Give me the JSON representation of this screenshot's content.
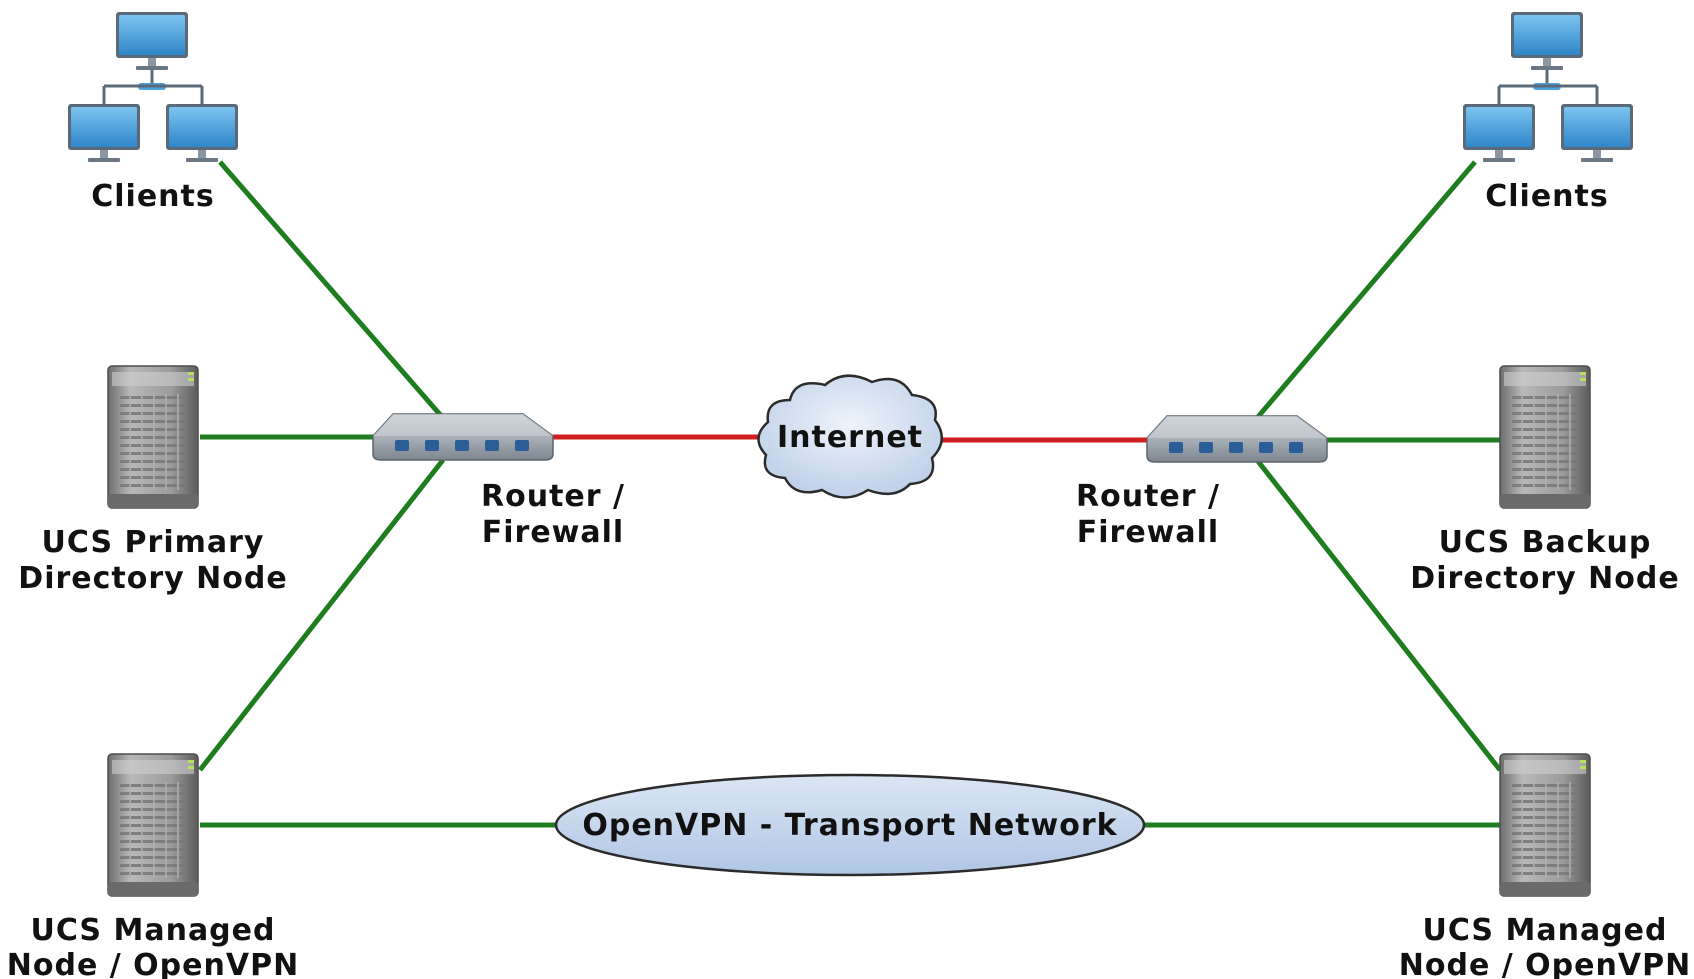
{
  "labels": {
    "clients_left": "Clients",
    "clients_right": "Clients",
    "router_left_line1": "Router /",
    "router_left_line2": "Firewall",
    "router_right_line1": "Router /",
    "router_right_line2": "Firewall",
    "internet": "Internet",
    "primary_line1": "UCS Primary",
    "primary_line2": "Directory Node",
    "backup_line1": "UCS Backup",
    "backup_line2": "Directory Node",
    "managed_left_line1": "UCS Managed",
    "managed_left_line2": "Node / OpenVPN",
    "managed_right_line1": "UCS Managed",
    "managed_right_line2": "Node / OpenVPN",
    "vpn": "OpenVPN - Transport Network"
  },
  "colors": {
    "lan_link": "#1e7d1e",
    "wan_link": "#d11f1f",
    "cloud_fill": "#c9d9ee",
    "vpn_fill": "#c9d9ee",
    "monitor_screen": "#4aa3df",
    "server_body": "#9a9a9a"
  },
  "icons": {
    "clients": "client-network-icon",
    "router": "router-icon",
    "server": "server-icon",
    "internet": "cloud-icon"
  }
}
